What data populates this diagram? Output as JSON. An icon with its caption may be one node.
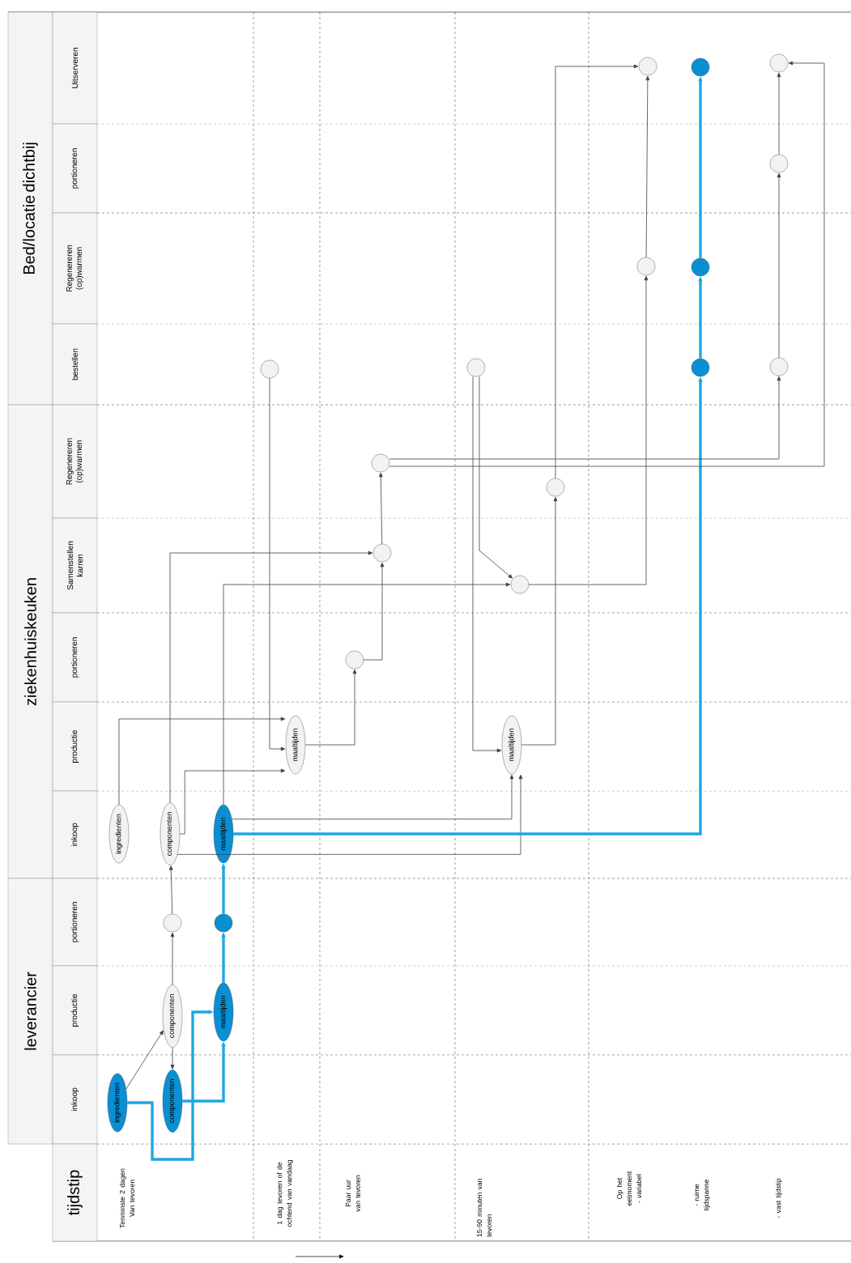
{
  "diagram": {
    "nodes": [
      {
        "text": [
          "Bed/locatie dichtbij"
        ]
      },
      {
        "text": [
          "ziekenhuiskeuken"
        ]
      },
      {
        "text": [
          "leverancier"
        ]
      },
      {
        "text": [
          "Uitserveren"
        ]
      },
      {
        "text": [
          "portioneren"
        ]
      },
      {
        "text": [
          "Regenereren (op)warmen"
        ]
      },
      {
        "text": [
          "bestellen"
        ]
      },
      {
        "text": [
          "Regenereren (op)warmen"
        ]
      },
      {
        "text": [
          "Samenstellen karren"
        ]
      },
      {
        "text": [
          "portioneren"
        ]
      },
      {
        "text": [
          "productie"
        ]
      },
      {
        "text": [
          "inkoop"
        ]
      },
      {
        "text": [
          "portioneren"
        ]
      },
      {
        "text": [
          "productie"
        ]
      },
      {
        "text": [
          "inkoop"
        ]
      },
      {
        "text": [
          "tijdstip"
        ]
      },
      {
        "text": [
          "ingredienten"
        ]
      },
      {
        "text": [
          "componenten"
        ]
      },
      {
        "text": [
          "componenten"
        ]
      },
      {
        "text": [
          "maaltijden"
        ]
      },
      {
        "text": [],
        "shape": "circle"
      },
      {
        "text": [],
        "shape": "circle"
      },
      {
        "text": [
          "ingredienten"
        ]
      },
      {
        "text": [
          "componenten"
        ]
      },
      {
        "text": [
          "maaltijden"
        ]
      },
      {
        "text": [
          "maaltijden"
        ]
      },
      {
        "text": [
          "maaltijden"
        ]
      },
      {
        "text": [],
        "shape": "circle"
      },
      {
        "text": [],
        "shape": "circle"
      },
      {
        "text": [],
        "shape": "circle"
      },
      {
        "text": [],
        "shape": "circle"
      },
      {
        "text": [],
        "shape": "circle"
      },
      {
        "text": [],
        "shape": "circle"
      },
      {
        "text": [],
        "shape": "circle"
      },
      {
        "text": [],
        "shape": "circle"
      },
      {
        "text": [],
        "shape": "circle"
      },
      {
        "text": [],
        "shape": "circle"
      },
      {
        "text": [],
        "shape": "circle"
      },
      {
        "text": [],
        "shape": "circle"
      },
      {
        "text": [],
        "shape": "circle"
      },
      {
        "text": [],
        "shape": "circle"
      },
      {
        "text": [],
        "shape": "circle"
      }
    ],
    "edges": [
      {
        "from": 16,
        "to": 18,
        "arrow": "to"
      },
      {
        "from": 18,
        "to": 17,
        "arrow": "to"
      },
      {
        "from": 16,
        "to": 19,
        "arrow": "to",
        "style": "thick",
        "color": "#1ea7e4"
      },
      {
        "from": 17,
        "to": 19,
        "arrow": "to",
        "style": "thick",
        "color": "#1ea7e4"
      },
      {
        "from": 18,
        "to": 20,
        "arrow": "to"
      },
      {
        "from": 19,
        "to": 21,
        "arrow": "to",
        "style": "thick",
        "color": "#1ea7e4"
      },
      {
        "from": 20,
        "to": 23,
        "arrow": "to"
      },
      {
        "from": 21,
        "to": 24,
        "arrow": "to",
        "style": "thick",
        "color": "#1ea7e4"
      },
      {
        "from": 22,
        "to": 25,
        "arrow": "to"
      },
      {
        "from": 23,
        "to": 28,
        "arrow": "to"
      },
      {
        "from": 23,
        "to": 25,
        "arrow": "to"
      },
      {
        "from": 23,
        "to": 26,
        "arrow": "to"
      },
      {
        "from": 24,
        "to": 29,
        "arrow": "to"
      },
      {
        "from": 24,
        "to": 26,
        "arrow": "to"
      },
      {
        "from": 24,
        "to": 34,
        "arrow": "to",
        "style": "thick",
        "color": "#1ea7e4"
      },
      {
        "from": 32,
        "to": 25,
        "arrow": "to"
      },
      {
        "from": 25,
        "to": 27,
        "arrow": "to"
      },
      {
        "from": 27,
        "to": 28,
        "arrow": "to"
      },
      {
        "from": 28,
        "to": 30,
        "arrow": "to"
      },
      {
        "from": 30,
        "to": 35,
        "arrow": "to"
      },
      {
        "from": 30,
        "to": 41,
        "arrow": "to"
      },
      {
        "from": 29,
        "to": 36,
        "arrow": "to"
      },
      {
        "from": 33,
        "to": 26,
        "arrow": "to"
      },
      {
        "from": 33,
        "to": 29,
        "arrow": "to"
      },
      {
        "from": 26,
        "to": 31,
        "arrow": "to"
      },
      {
        "from": 31,
        "to": 39,
        "arrow": "to"
      },
      {
        "from": 36,
        "to": 39,
        "arrow": "to"
      },
      {
        "from": 34,
        "to": 37,
        "arrow": "to",
        "style": "thick",
        "color": "#1ea7e4"
      },
      {
        "from": 37,
        "to": 40,
        "arrow": "to",
        "style": "thick",
        "color": "#1ea7e4"
      },
      {
        "from": 35,
        "to": 38,
        "arrow": "to"
      },
      {
        "from": 38,
        "to": 41,
        "arrow": "to"
      }
    ],
    "labels": [
      "Tenminste 2 dagen Van tevoren",
      "1 dag tevoren of de ochtend van vandaag",
      "Paar uur van tevoren",
      "15-90 minuten van tevoren",
      "Op het eetmoment - variabel",
      "- ruime tijdspanne",
      "- vast tijdstip"
    ]
  }
}
